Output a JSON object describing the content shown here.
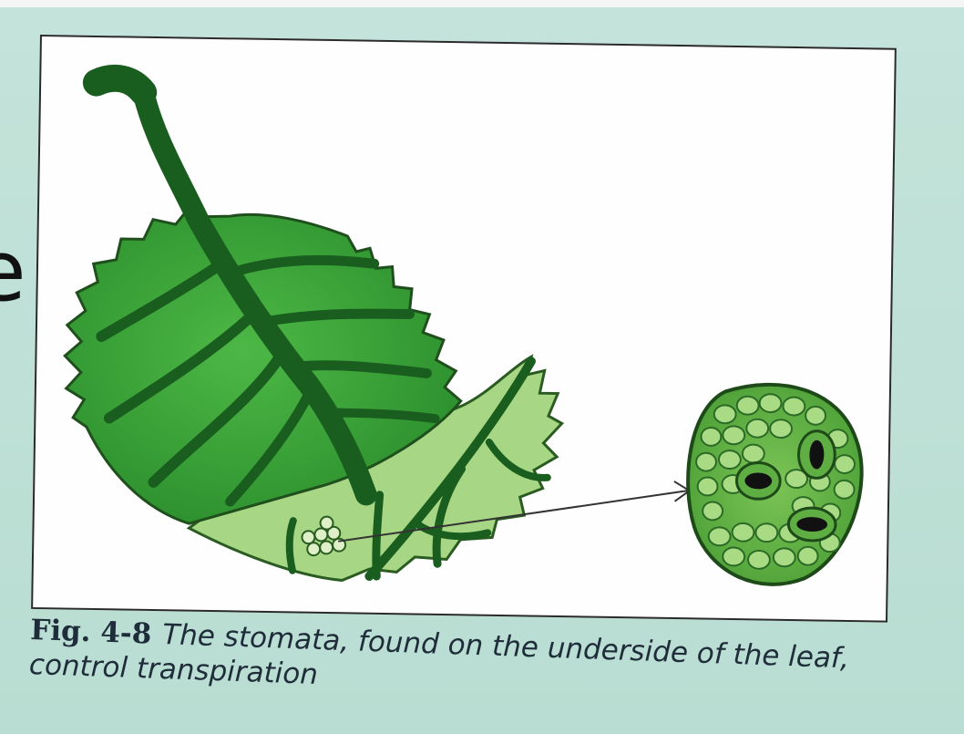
{
  "caption": {
    "label": "Fig. 4-8",
    "text": "The stomata, found on the underside of the leaf, control transpiration"
  },
  "partial_glyph": "e",
  "colors": {
    "page_background": "#bfe0d6",
    "figure_background": "#fefefe",
    "leaf_green": "#2f9a32",
    "leaf_light_green": "#9bd07a",
    "vein_dark_green": "#1a5e1f",
    "stoma_pore": "#111111",
    "caption_text": "#1f2d3a"
  },
  "icons": [
    "leaf-icon",
    "stoma-cluster-icon",
    "magnified-stomata-icon",
    "arrow-icon"
  ]
}
